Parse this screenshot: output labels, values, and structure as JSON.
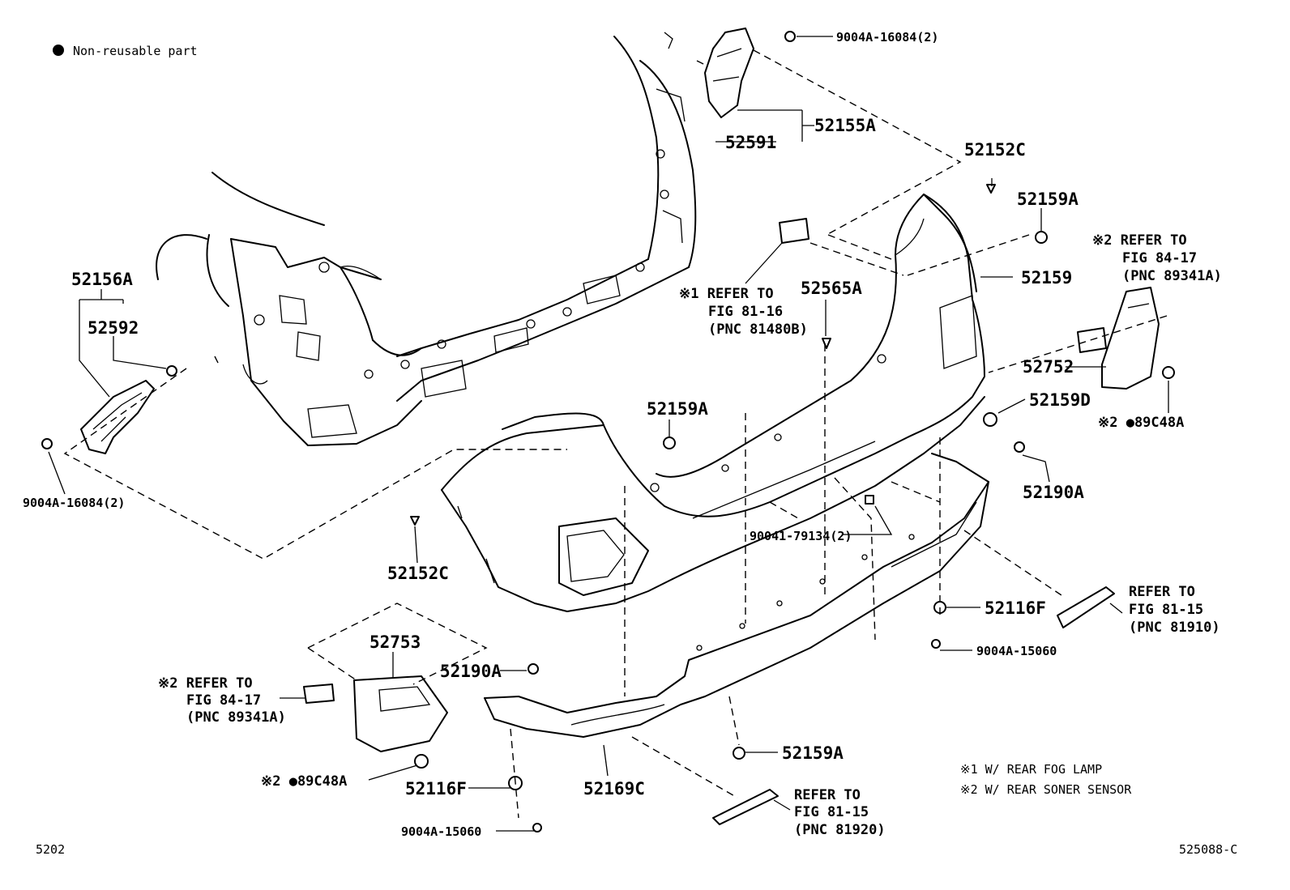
{
  "legend": {
    "bullet_note": "Non-reusable part",
    "note1": "※1 W/ REAR FOG LAMP",
    "note2": "※2 W/ REAR SONER SENSOR"
  },
  "footer": {
    "left_code": "5202",
    "right_code": "525088-C"
  },
  "callouts": {
    "c_9004A_16084_top": "9004A-16084(2)",
    "c_52591": "52591",
    "c_52155A": "52155A",
    "c_52152C_top": "52152C",
    "c_52159A_top": "52159A",
    "c_refer_84_17_right_1": "※2 REFER TO",
    "c_refer_84_17_right_2": "FIG 84-17",
    "c_refer_84_17_right_3": "(PNC 89341A)",
    "c_52159": "52159",
    "c_refer_81_16_1": "※1 REFER TO",
    "c_refer_81_16_2": "FIG 81-16",
    "c_refer_81_16_3": "(PNC 81480B)",
    "c_52565A": "52565A",
    "c_52156A": "52156A",
    "c_52592": "52592",
    "c_52752": "52752",
    "c_89C48A_right": "※2 ●89C48A",
    "c_52159D": "52159D",
    "c_52159A_mid": "52159A",
    "c_9004A_16084_left": "9004A-16084(2)",
    "c_52190A_right": "52190A",
    "c_52152C_left": "52152C",
    "c_90041_79134": "90041-79134(2)",
    "c_refer_81_15_right_1": "REFER TO",
    "c_refer_81_15_right_2": "FIG 81-15",
    "c_refer_81_15_right_3": "(PNC 81910)",
    "c_52116F_right": "52116F",
    "c_9004A_15060_right": "9004A-15060",
    "c_52753": "52753",
    "c_52190A_left": "52190A",
    "c_refer_84_17_left_1": "※2 REFER TO",
    "c_refer_84_17_left_2": "FIG 84-17",
    "c_refer_84_17_left_3": "(PNC 89341A)",
    "c_52159A_bottom": "52159A",
    "c_89C48A_left": "※2 ●89C48A",
    "c_52116F_left": "52116F",
    "c_52169C": "52169C",
    "c_refer_81_15_bottom_1": "REFER TO",
    "c_refer_81_15_bottom_2": "FIG 81-15",
    "c_refer_81_15_bottom_3": "(PNC 81920)",
    "c_9004A_15060_left": "9004A-15060"
  }
}
